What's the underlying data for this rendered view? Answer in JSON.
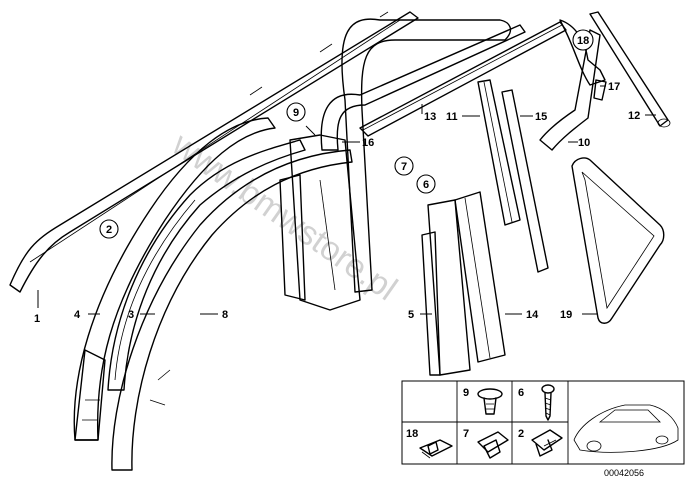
{
  "watermark": "www.bmwstore.pl",
  "diagram_code": "00042056",
  "labels": {
    "l1": "1",
    "l2": "2",
    "l3": "3",
    "l4": "4",
    "l5": "5",
    "l6": "6",
    "l7": "7",
    "l8": "8",
    "l9": "9",
    "l10": "10",
    "l11": "11",
    "l12": "12",
    "l13": "13",
    "l14": "14",
    "l15": "15",
    "l16": "16",
    "l17": "17",
    "l18": "18",
    "l19": "19"
  },
  "legend": {
    "cells": [
      "9",
      "6",
      "18",
      "7",
      "2"
    ]
  }
}
